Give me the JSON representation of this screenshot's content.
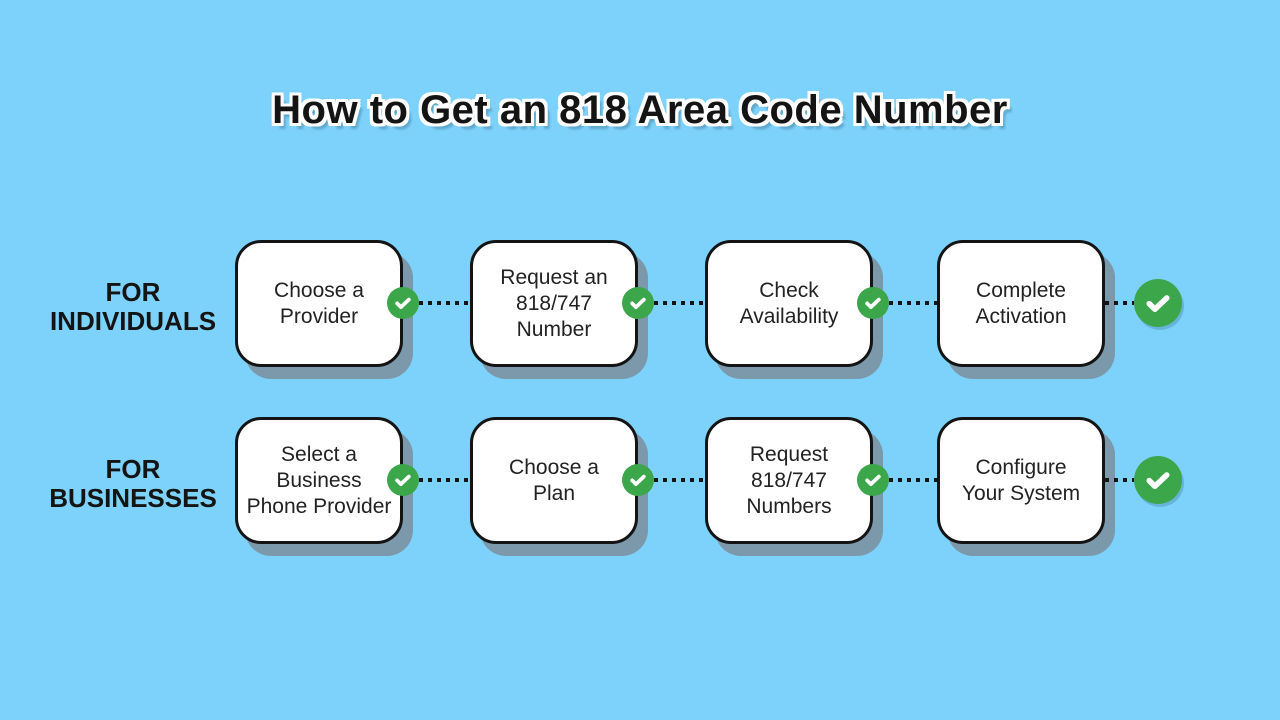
{
  "title": "How to Get an 818 Area Code Number",
  "colors": {
    "background": "#7DD2FB",
    "box_fill": "#FFFFFF",
    "ink": "#141414",
    "box_text": "#222222",
    "shadow": "#7C98AB",
    "check_green": "#3CA64B",
    "check_mark": "#FFFFFF"
  },
  "rows": [
    {
      "label": "FOR\nINDIVIDUALS",
      "steps": [
        "Choose a\nProvider",
        "Request an\n818/747\nNumber",
        "Check\nAvailability",
        "Complete\nActivation"
      ]
    },
    {
      "label": "FOR\nBUSINESSES",
      "steps": [
        "Select a\nBusiness\nPhone Provider",
        "Choose a\nPlan",
        "Request\n818/747\nNumbers",
        "Configure\nYour System"
      ]
    }
  ]
}
